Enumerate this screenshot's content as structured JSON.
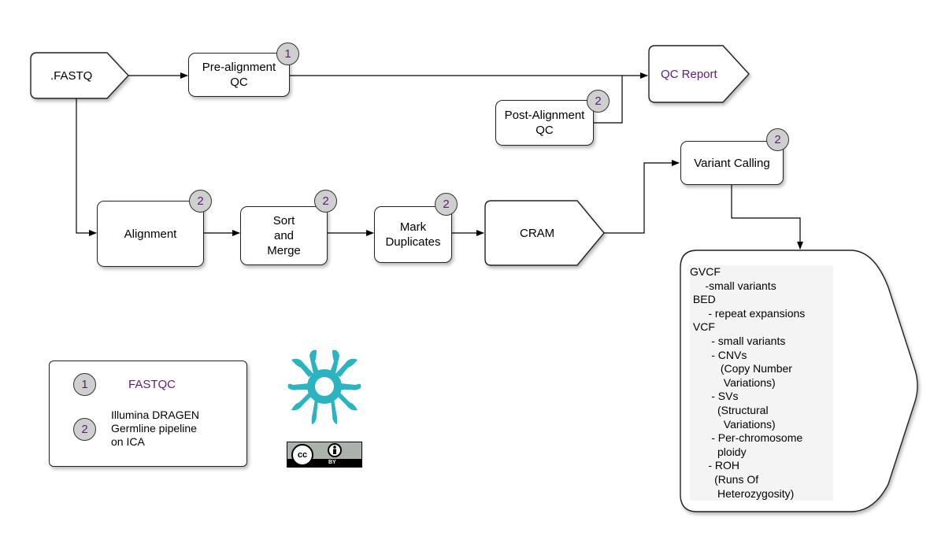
{
  "nodes": {
    "fastq": ".FASTQ",
    "pre_alignment_qc": "Pre-alignment\nQC",
    "qc_report": "QC Report",
    "post_alignment_qc": "Post-Alignment\nQC",
    "variant_calling": "Variant Calling",
    "alignment": "Alignment",
    "sort_merge": "Sort\nand\nMerge",
    "mark_duplicates": "Mark\nDuplicates",
    "cram": "CRAM"
  },
  "badges": {
    "pre_alignment_qc": "1",
    "post_alignment_qc": "2",
    "variant_calling": "2",
    "alignment": "2",
    "sort_merge": "2",
    "mark_duplicates": "2"
  },
  "outputs": [
    "GVCF",
    "     -small variants",
    " BED",
    "      - repeat expansions",
    " VCF",
    "       - small variants",
    "       - CNVs",
    "          (Copy Number",
    "           Variations)",
    "       - SVs",
    "         (Structural",
    "           Variations)",
    "       - Per-chromosome",
    "         ploidy",
    "      - ROH",
    "        (Runs Of",
    "         Heterozygosity)"
  ],
  "legend": {
    "item1_num": "1",
    "item1_label": "FASTQC",
    "item2_num": "2",
    "item2_label": "Illumina DRAGEN\nGermline pipeline\non ICA"
  },
  "license": {
    "cc": "cc",
    "by": "BY"
  },
  "colors": {
    "badge_text": "#5c1d77",
    "badge_fill": "#cfcfcf",
    "logo": "#2bb3c0",
    "box_border": "#222222"
  },
  "icons": {
    "logo": "network-logo-icon",
    "license": "cc-by-license-icon"
  }
}
